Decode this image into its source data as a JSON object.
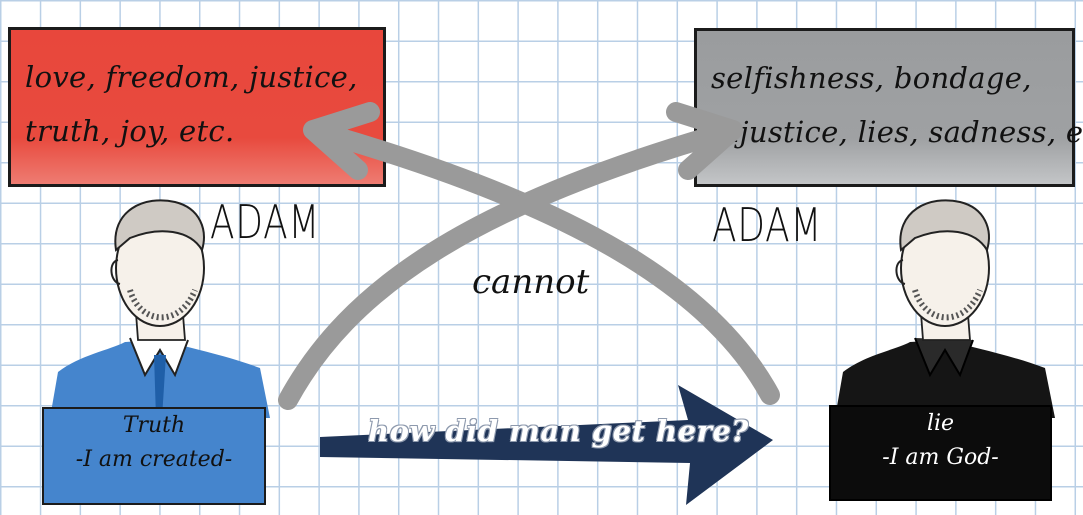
{
  "left_box": {
    "line1": "love, freedom, justice,",
    "line2": "truth, joy, etc.",
    "color": "#e8473c"
  },
  "right_box": {
    "line1": "selfishness, bondage,",
    "line2": "injustice, lies, sadness, etc.",
    "color": "#9fa1a3"
  },
  "left_person": {
    "name": "ADAM",
    "label_line1": "Truth",
    "label_line2": "-I am created-",
    "shirt_color": "#4585cd"
  },
  "right_person": {
    "name": "ADAM",
    "label_line1": "lie",
    "label_line2": "-I am God-",
    "shirt_color": "#151515"
  },
  "cross_arrows": {
    "label": "cannot",
    "color": "#9a9a9a"
  },
  "bottom_arrow": {
    "label": "how did man get here?",
    "color": "#1f3457"
  },
  "grid_color": "#b9cfe6"
}
